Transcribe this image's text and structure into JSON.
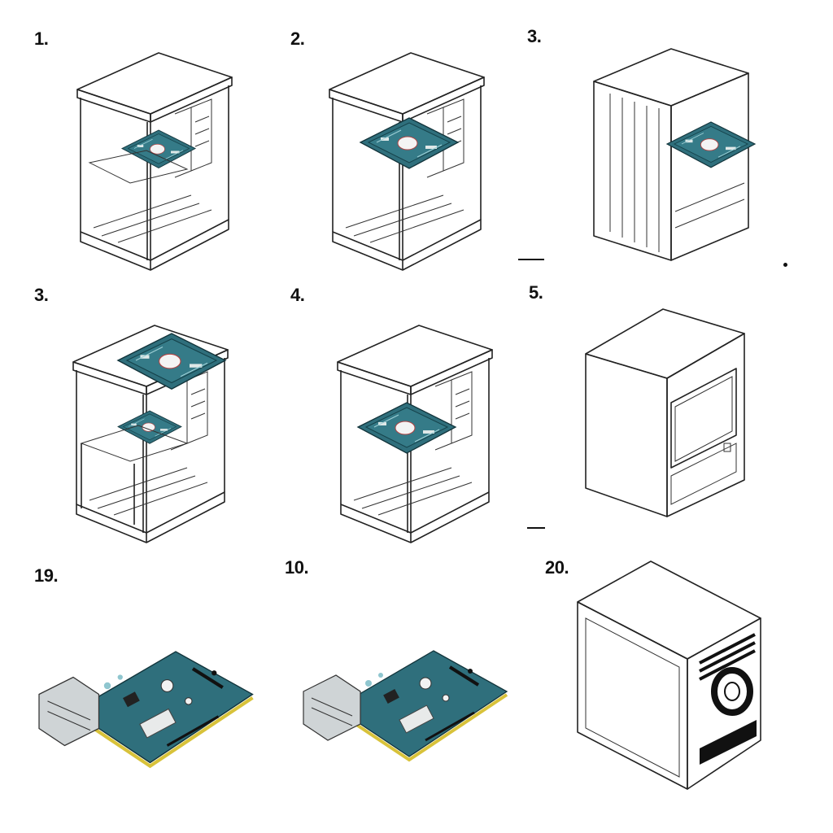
{
  "steps": [
    {
      "label": "1.",
      "kind": "open-case-low-board"
    },
    {
      "label": "2.",
      "kind": "open-case-mid-board"
    },
    {
      "label": "3.",
      "kind": "closed-side-case-board"
    },
    {
      "label": "3.",
      "kind": "open-case-two-boards"
    },
    {
      "label": "4.",
      "kind": "open-case-mid-board"
    },
    {
      "label": "5.",
      "kind": "closed-case-front-panel"
    },
    {
      "label": "19.",
      "kind": "expansion-card"
    },
    {
      "label": "10.",
      "kind": "expansion-card"
    },
    {
      "label": "20.",
      "kind": "closed-case-vented"
    }
  ],
  "colors": {
    "line": "#222222",
    "pcb": "#2f6f7c",
    "pcb_dark": "#12343b",
    "gold_edge": "#d8c23a"
  }
}
